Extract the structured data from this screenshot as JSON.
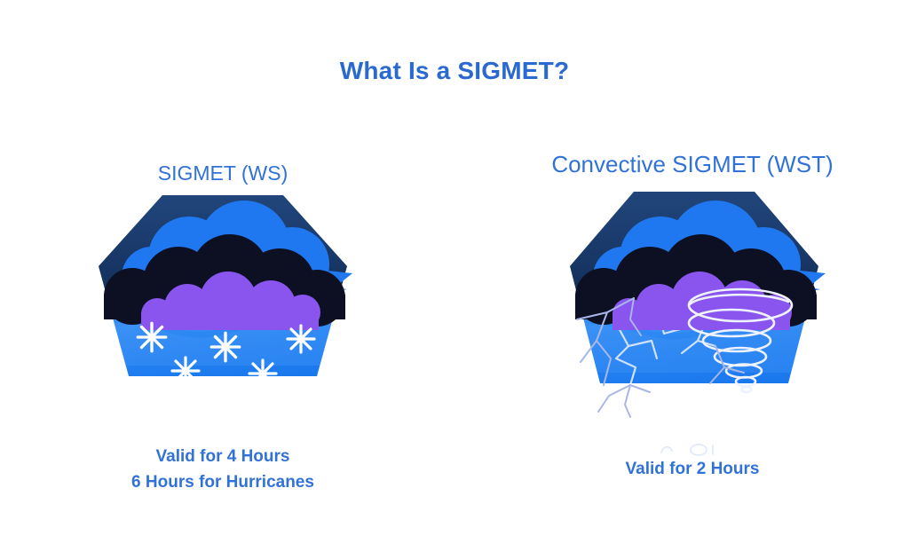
{
  "page": {
    "background_color": "#ffffff",
    "title": "What Is a SIGMET?",
    "title_color": "#2a6ad0"
  },
  "panels": [
    {
      "id": "sigmet-ws",
      "label": "SIGMET (WS)",
      "label_color": "#3172d8",
      "illustration": {
        "name": "winter-weather-badge",
        "description": "Hexagonal badge with layered storm clouds above and snowflakes below",
        "weather_symbols": [
          "snowflake",
          "snowflake",
          "snowflake",
          "snowflake",
          "snowflake"
        ],
        "snowflake_count": 5
      },
      "caption_lines": [
        "Valid for 4 Hours",
        "6 Hours for Hurricanes"
      ],
      "caption_color": "#3172d8"
    },
    {
      "id": "convective-sigmet-wst",
      "label": "Convective SIGMET (WST)",
      "label_color": "#3172d8",
      "illustration": {
        "name": "convective-weather-badge",
        "description": "Hexagonal badge with layered storm clouds above, tornado funnel and lightning bolts below",
        "weather_symbols": [
          "tornado",
          "lightning-bolt",
          "lightning-bolt",
          "lightning-bolt"
        ],
        "snowflake_count": 0
      },
      "caption_lines": [
        "Valid for 2 Hours"
      ],
      "caption_color": "#3172d8"
    }
  ],
  "palette": {
    "badge_top_dark": "#1d3f74",
    "badge_top_dark_2": "#15305c",
    "cloud_blue": "#1f78f0",
    "cloud_dark": "#0d1023",
    "cloud_purple": "#8a55ee",
    "body_blue_light": "#3a92f5",
    "body_blue_dark": "#1573ec",
    "snow_white": "#ffffff",
    "lightning_stroke": "#a9b6e8",
    "tornado_stroke": "#eef2ff"
  }
}
